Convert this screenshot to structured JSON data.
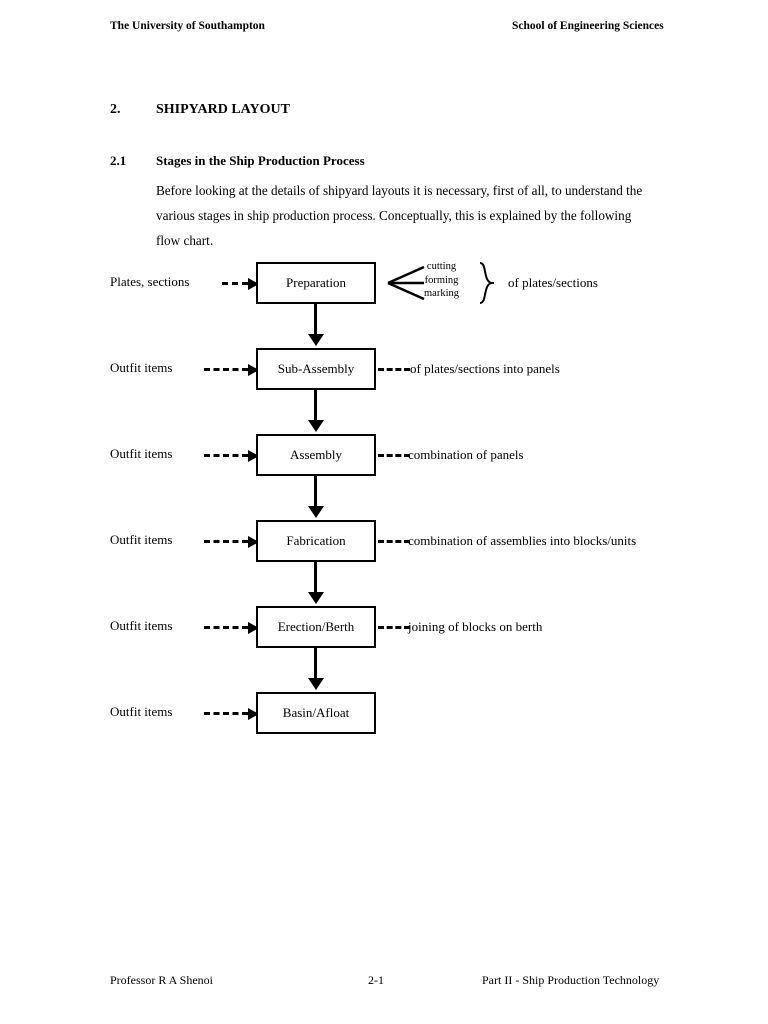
{
  "running_head": {
    "left": "The University of Southampton",
    "right": "School of Engineering Sciences"
  },
  "heading_section": {
    "number": "2.",
    "title": "SHIPYARD LAYOUT"
  },
  "heading_subsection": {
    "number": "2.1",
    "title": "Stages in the Ship Production Process"
  },
  "paragraph": "Before looking at the details of shipyard layouts it is necessary, first of all, to understand the various stages in ship production process. Conceptually, this is explained by the following flow chart.",
  "flowchart": {
    "annotation": {
      "lines": "cutting\nforming\nmarking",
      "line1": "cutting",
      "line2": "forming",
      "line3": "marking",
      "brace_label": "of plates/sections"
    },
    "steps": [
      {
        "input_label": "Plates, sections",
        "box_label": "Preparation",
        "output_label": ""
      },
      {
        "input_label": "Outfit items",
        "box_label": "Sub-Assembly",
        "output_label": "of plates/sections into panels"
      },
      {
        "input_label": "Outfit items",
        "box_label": "Assembly",
        "output_label": "combination of panels"
      },
      {
        "input_label": "Outfit items",
        "box_label": "Fabrication",
        "output_label": "combination of assemblies into blocks/units"
      },
      {
        "input_label": "Outfit items",
        "box_label": "Erection/Berth",
        "output_label": "joining of blocks on berth"
      },
      {
        "input_label": "Outfit items",
        "box_label": "Basin/Afloat",
        "output_label": ""
      }
    ]
  },
  "footer": {
    "left": "Professor R A Shenoi",
    "middle": "2-1",
    "right": "Part II - Ship Production Technology"
  }
}
